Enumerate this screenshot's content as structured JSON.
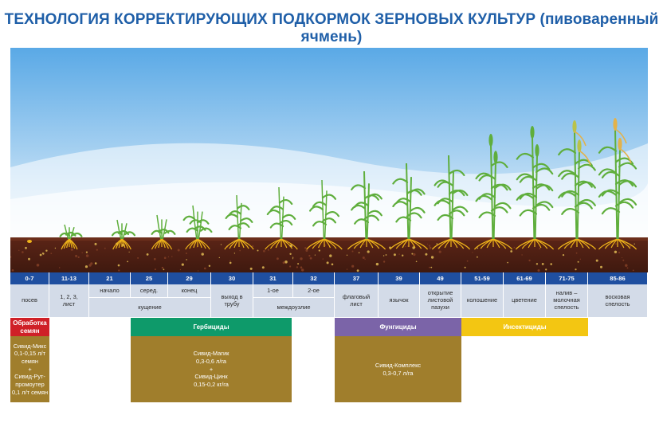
{
  "title": "ТЕХНОЛОГИЯ КОРРЕКТИРУЮЩИХ ПОДКОРМОК ЗЕРНОВЫХ КУЛЬТУР (пивоваренный ячмень)",
  "stages": [
    "0-7",
    "11-13",
    "21",
    "25",
    "29",
    "30",
    "31",
    "32",
    "37",
    "39",
    "49",
    "51-59",
    "61-69",
    "71-75",
    "85-86"
  ],
  "labels": {
    "sowing": "посев",
    "leaves": "1, 2, 3, лист",
    "start": "начало",
    "middle": "серед.",
    "end": "конец",
    "tillering": "кущение",
    "booting": "выход в трубу",
    "first": "1-ое",
    "second": "2-ое",
    "internode": "междоузлие",
    "flag_leaf": "флаговый лист",
    "ligule": "язычок",
    "sheath": "открытие листовой пазухи",
    "heading": "колошение",
    "flowering": "цветение",
    "milk": "налив – молочная спелость",
    "wax": "восковая спелость"
  },
  "categories": {
    "seed": "Обработка семян",
    "herbicides": "Гербициды",
    "fungicides": "Фунгициды",
    "insecticides": "Инсектициды"
  },
  "products": {
    "seed": [
      "Сивид-Микс",
      "0,1-0,15 л/т",
      "семян",
      "+",
      "Сивид-Рут-",
      "промоутер",
      "0,1 л/т семян"
    ],
    "herbicides": [
      "Сивид-Магик",
      "0,3-0,6 л/га",
      "+",
      "Сивид-Цинк",
      "0,15-0,2 кг/га"
    ],
    "fungicides": [
      "Сивид-Комплекс",
      "0,3-0,7 л/га"
    ]
  },
  "colors": {
    "title": "#1f5fa8",
    "stage_bar": "#1f4fa0",
    "label_bg": "#d3dbe8",
    "seed": "#cf2027",
    "herbicides": "#0e9a6a",
    "fungicides": "#7b64a8",
    "insecticides": "#f3c612",
    "product_box": "#a07e2c",
    "soil": "#4a1f13",
    "plant": "#5fae3c",
    "root": "#f0b51a"
  }
}
